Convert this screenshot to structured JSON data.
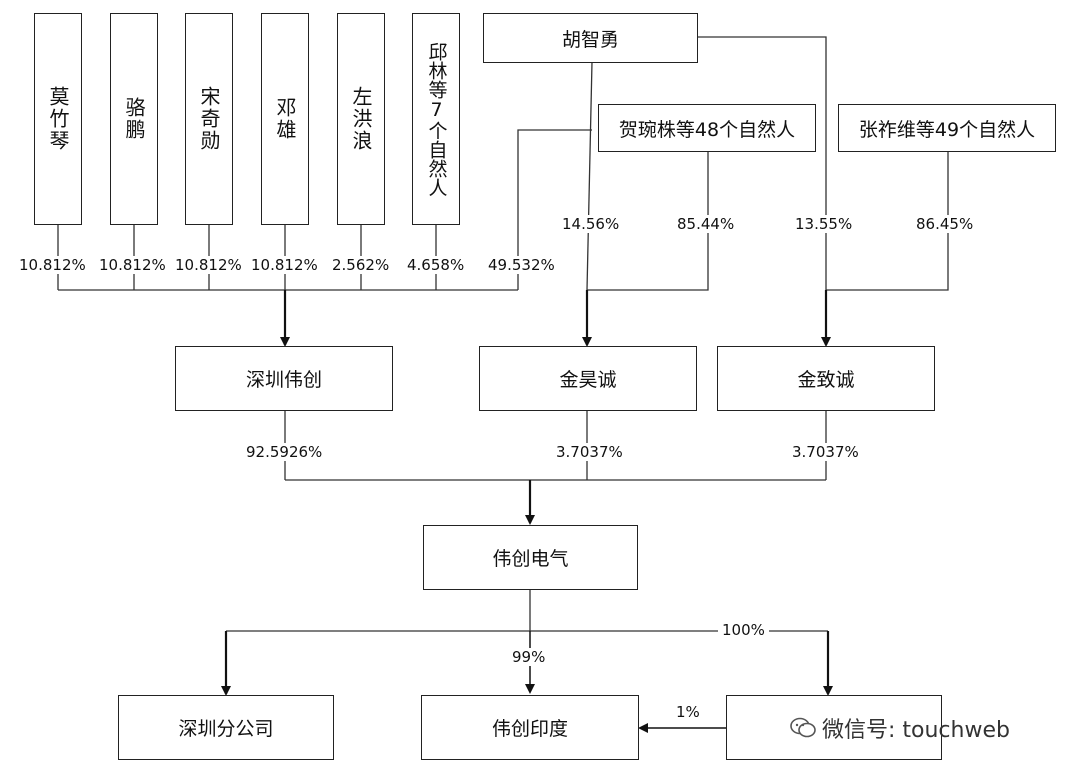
{
  "people": [
    {
      "name": "莫竹琴",
      "pct": "10.812%"
    },
    {
      "name": "骆鹏",
      "pct": "10.812%"
    },
    {
      "name": "宋奇勋",
      "pct": "10.812%"
    },
    {
      "name": "邓雄",
      "pct": "10.812%"
    },
    {
      "name": "左洪浪",
      "pct": "2.562%"
    },
    {
      "name": "邱林等7个自然人",
      "pct": "4.658%"
    }
  ],
  "hu": {
    "name": "胡智勇",
    "pct_sz": "49.532%",
    "pct_jhc": "14.56%",
    "pct_jzc": "13.55%"
  },
  "he": {
    "name": "贺琬株等48个自然人",
    "pct": "85.44%"
  },
  "zhang": {
    "name": "张祚维等49个自然人",
    "pct": "86.45%"
  },
  "shenzhen_weichuang": {
    "name": "深圳伟创",
    "pct": "92.5926%"
  },
  "jinhaocheng": {
    "name": "金昊诚",
    "pct": "3.7037%"
  },
  "jinzhicheng": {
    "name": "金致诚",
    "pct": "3.7037%"
  },
  "weichuang_electric": {
    "name": "伟创电气"
  },
  "subs": {
    "shenzhen_branch": "深圳分公司",
    "india": "伟创印度",
    "india_pct_parent": "99%",
    "hk_pct_parent": "100%",
    "hk_to_india_pct": "1%"
  },
  "watermark": {
    "text": "微信号: touchweb"
  }
}
